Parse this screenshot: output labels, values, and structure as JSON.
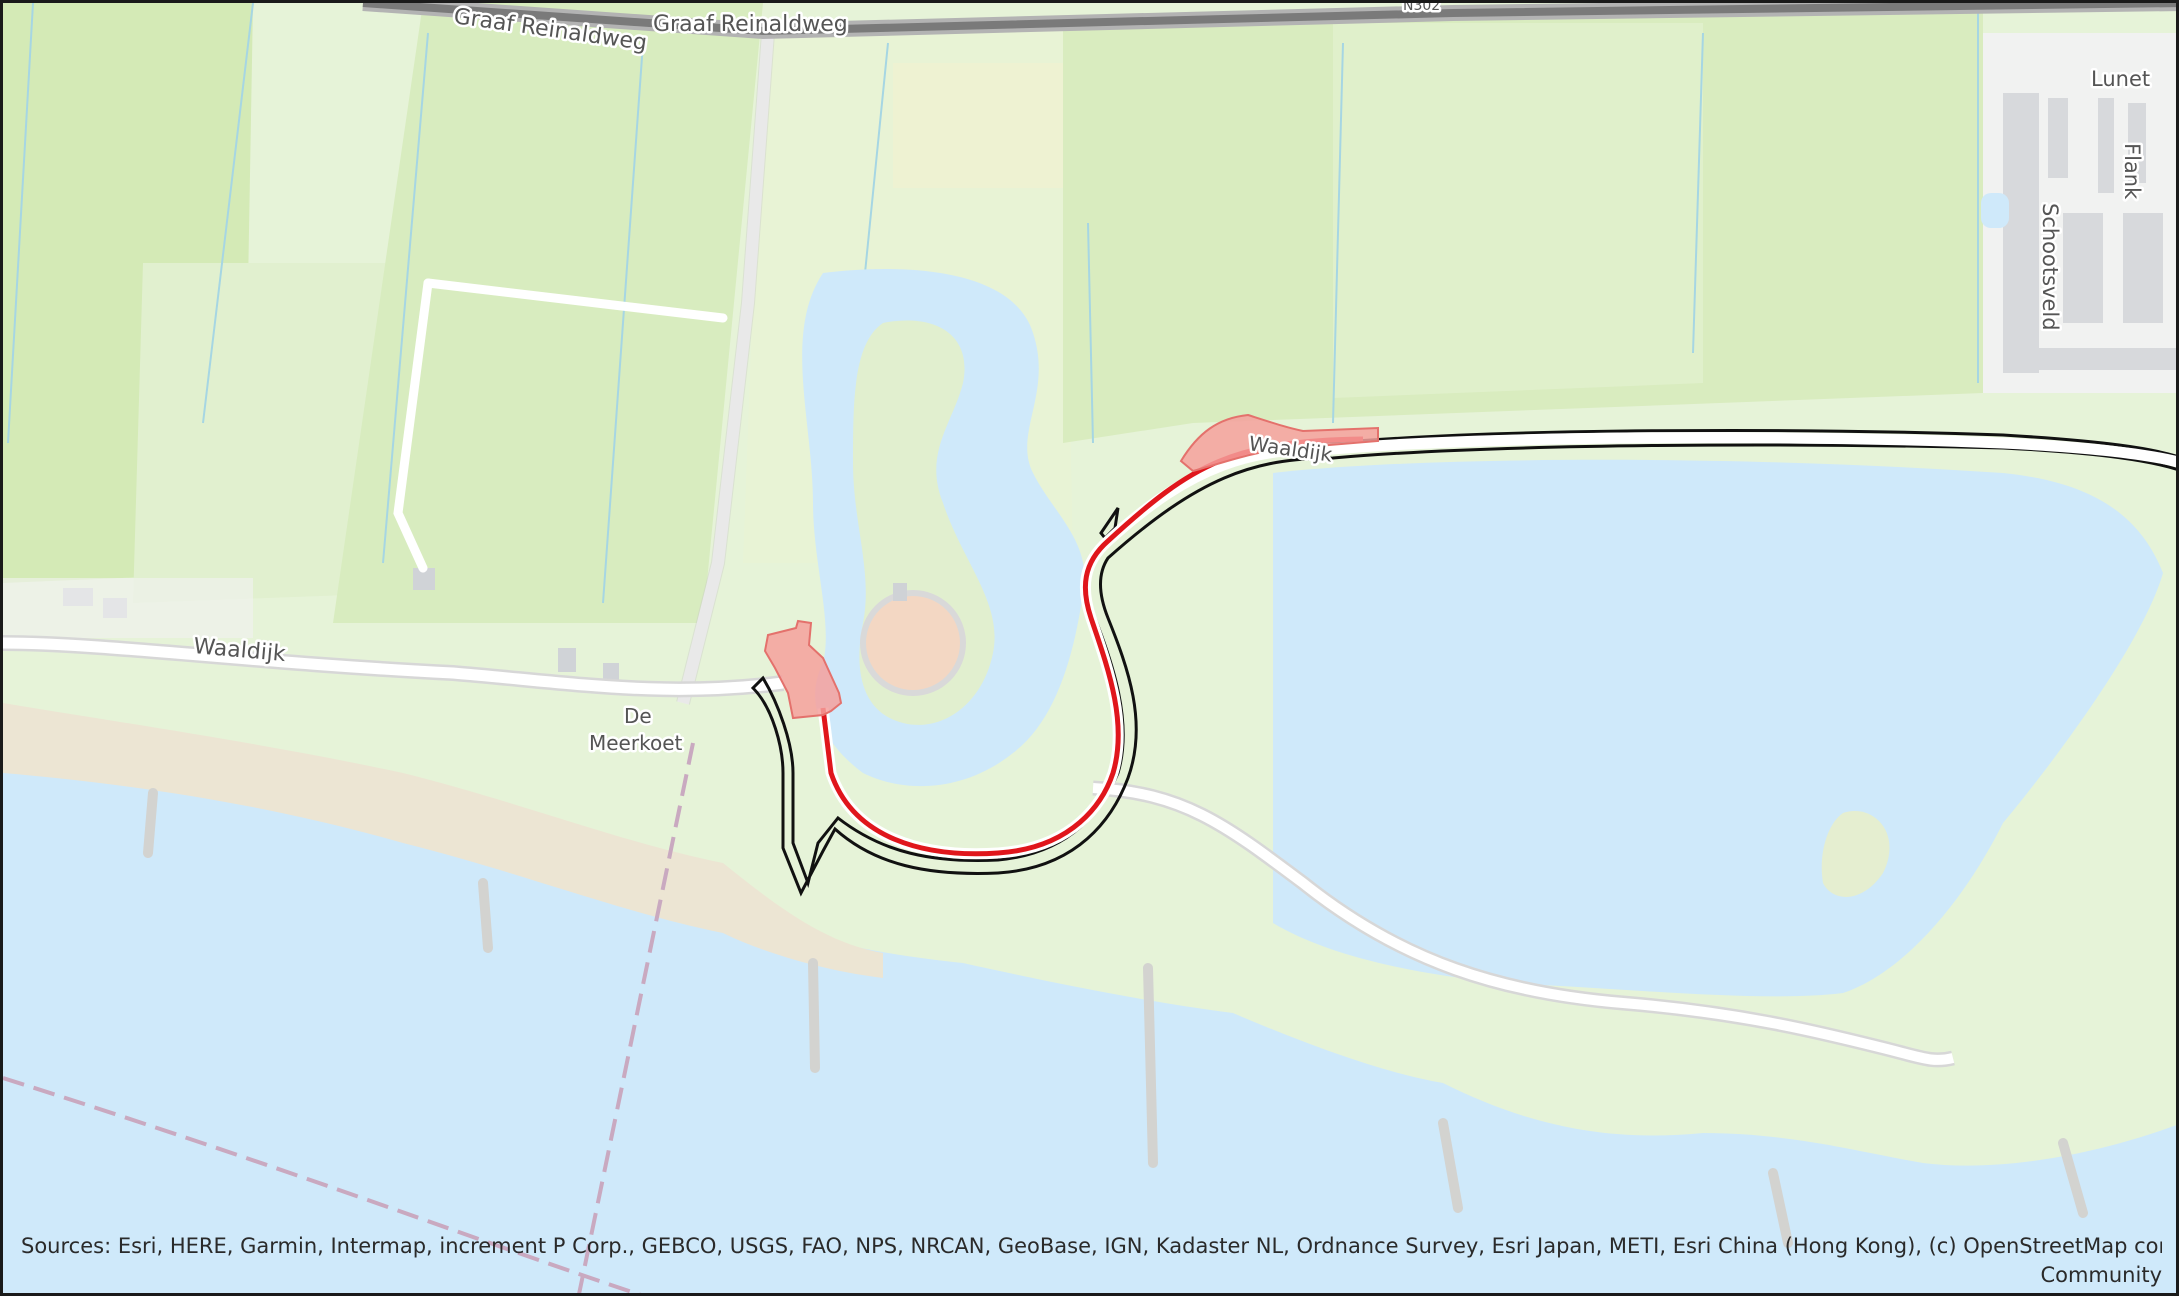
{
  "map": {
    "labels": {
      "graaf_reinaldweg_west": "Graaf Reinaldweg",
      "graaf_reinaldweg": "Graaf Reinaldweg",
      "road_shield": "N302",
      "waaldijk_west": "Waaldijk",
      "waaldijk_east": "Waaldijk",
      "de_meerkoet_line1": "De",
      "de_meerkoet_line2": "Meerkoet",
      "lunet": "Lunet",
      "flank": "Flank",
      "schootsveld": "Schootsveld"
    },
    "colors": {
      "water": "#cfe9fa",
      "grass": "#ddefc9",
      "grass_light": "#e8f4da",
      "farmland": "#d5ebb8",
      "beach": "#efe7d6",
      "road": "#ffffff",
      "selection_line": "#e0161c",
      "selection_fill": "#f4a09c",
      "buffer_outline": "#111111"
    }
  },
  "attribution": {
    "line1": "Sources: Esri, HERE, Garmin, Intermap, increment P Corp., GEBCO, USGS, FAO, NPS, NRCAN, GeoBase, IGN, Kadaster NL, Ordnance Survey, Esri Japan, METI, Esri China (Hong Kong), (c) OpenStreetMap contributors, and the GIS User",
    "line2": "Community"
  }
}
